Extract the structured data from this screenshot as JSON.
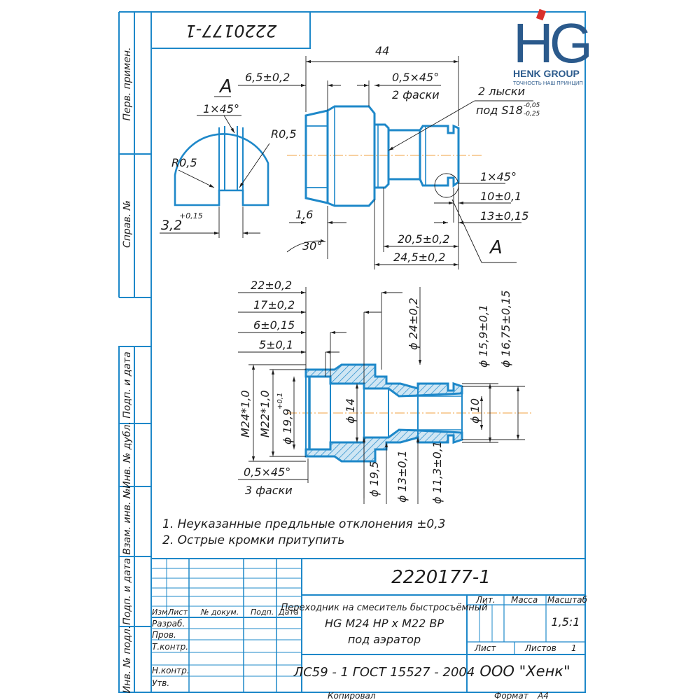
{
  "drawing_number_top": "2220177-1",
  "drawing_number": "2220177-1",
  "logo": {
    "letters": "HG",
    "company": "HENK GROUP",
    "slogan": "ТОЧНОСТЬ НАШ ПРИНЦИП"
  },
  "side_labels": [
    "Перв. примен.",
    "Справ. №",
    "Подп. и дата",
    "Инв. № дубл.",
    "Взам. инв. №",
    "Подп. и дата",
    "Инв. № подл."
  ],
  "view_a": {
    "label": "А",
    "chamfer": "1×45°",
    "r1": "R0,5",
    "r2": "R0,5",
    "width": "3,2",
    "width_tol": "+0,15"
  },
  "side_view": {
    "overall": "44",
    "hex_len": "6,5±0,2",
    "chamfer_note": "0,5×45°",
    "chamfer_count": "2 фаски",
    "flats": "2 лыски",
    "flats_size": "под S18",
    "flats_tol_upper": "-0,05",
    "flats_tol_lower": "-0,25",
    "d_16": "1,6",
    "angle_30": "30°",
    "chamfer_1x45": "1×45°",
    "d_10": "10±0,1",
    "d_13": "13±0,15",
    "d_20_5": "20,5±0,2",
    "d_24_5": "24,5±0,2",
    "view_ref": "А"
  },
  "section_view": {
    "d22": "22±0,2",
    "d17": "17±0,2",
    "d6": "6±0,15",
    "d5": "5±0,1",
    "dia24": "ϕ 24±0,2",
    "dia15_9": "ϕ 15,9±0,1",
    "dia16_75": "ϕ 16,75±0,15",
    "m24": "M24*1,0",
    "m22": "M22*1,0",
    "dia19_9": "ϕ 19,9",
    "dia19_9_tol": "+0,1",
    "dia14": "ϕ 14",
    "dia10": "ϕ 10",
    "dia19_5": "ϕ 19,5",
    "dia13": "ϕ 13±0,1",
    "dia11_3": "ϕ 11,3±0,1",
    "chamfer": "0,5×45°",
    "chamfer_count": "3 фаски"
  },
  "notes": [
    "1. Неуказанные предльные отклонения ±0,3",
    "2. Острые кромки притупить"
  ],
  "title_block": {
    "headers": [
      "Изм.",
      "Лист",
      "№ докум.",
      "Подп.",
      "Дата"
    ],
    "roles": [
      "Разраб.",
      "Пров.",
      "Т.контр.",
      "Н.контр.",
      "Утв."
    ],
    "name_line1": "Переходник на смеситель быстросъёмный",
    "name_line2": "HG M24 HP x M22 BP",
    "name_line3": "под аэратор",
    "lit_label": "Лит.",
    "mass_label": "Масса",
    "scale_label": "Масштаб",
    "scale_value": "1,5:1",
    "sheet_label": "Лист",
    "sheets_label": "Листов",
    "sheets_value": "1",
    "material": "ЛС59 - 1 ГОСТ 15527 - 2004",
    "org": "ООО \"Хенк\"",
    "copied": "Копировал",
    "format_label": "Формат",
    "format_value": "А4"
  },
  "colors": {
    "frame": "#1e88c9",
    "logo_blue": "#2b5a8c",
    "logo_red": "#d9302c",
    "axis": "#f0a040"
  }
}
